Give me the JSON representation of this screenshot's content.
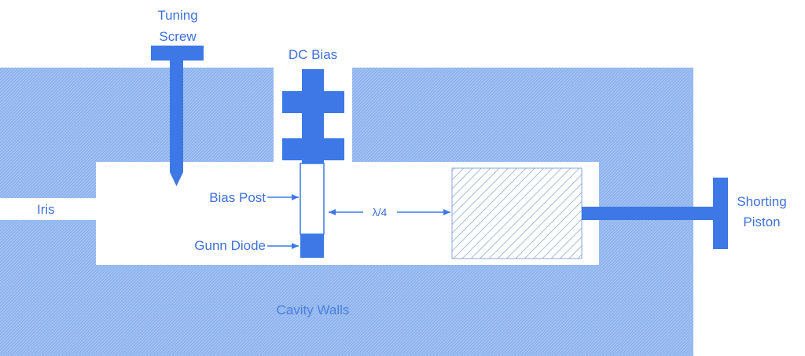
{
  "labels": {
    "tuning_screw_line1": "Tuning",
    "tuning_screw_line2": "Screw",
    "dc_bias": "DC Bias",
    "iris": "Iris",
    "bias_post": "Bias Post",
    "gunn_diode": "Gunn Diode",
    "lambda": "λ/4",
    "shorting_piston_line1": "Shorting",
    "shorting_piston_line2": "Piston",
    "cavity_walls": "Cavity Walls"
  },
  "colors": {
    "wall_fill": "#8fb4ee",
    "wall_hatch": "#a9c6f3",
    "component": "#3d78e6",
    "label_text": "#3f6fd8",
    "cavity_walls_text": "#4a7fe0",
    "tuner_hatch": "#8aa6d4",
    "post_outline": "#3d78e6"
  }
}
